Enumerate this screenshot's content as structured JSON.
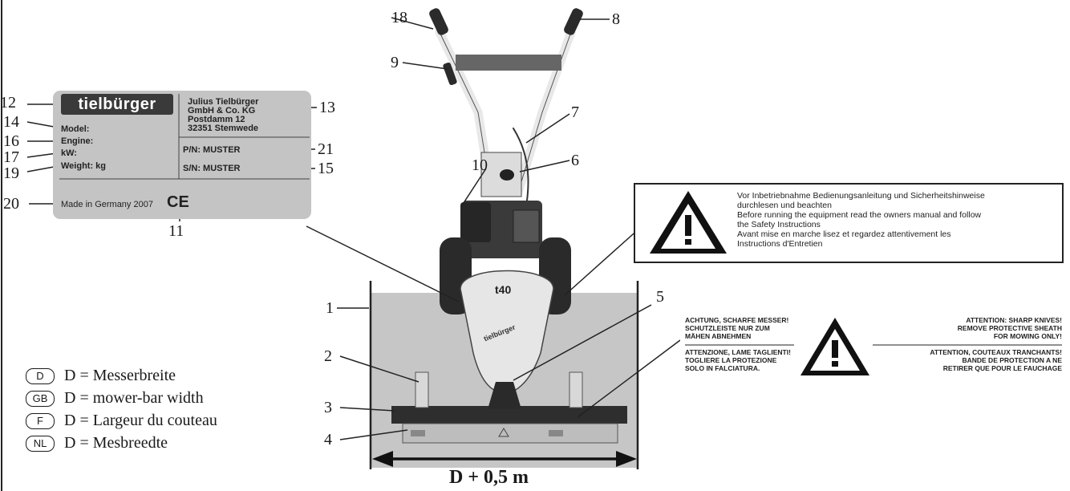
{
  "callouts": {
    "c1": "1",
    "c2": "2",
    "c3": "3",
    "c4": "4",
    "c5": "5",
    "c6": "6",
    "c7": "7",
    "c8": "8",
    "c9": "9",
    "c10": "10",
    "c11": "11",
    "c12": "12",
    "c13": "13",
    "c14": "14",
    "c15": "15",
    "c16": "16",
    "c17": "17",
    "c18": "18",
    "c19": "19",
    "c20": "20",
    "c21": "21"
  },
  "nameplate": {
    "logo": "tielbürger",
    "company": [
      "Julius Tielbürger",
      "GmbH & Co. KG",
      "Postdamm 12",
      "32351 Stemwede"
    ],
    "model": "Model:",
    "engine": "Engine:",
    "kw": "kW:",
    "weight": "Weight:  kg",
    "pn": "P/N:  MUSTER",
    "sn": "S/N:  MUSTER",
    "made_in": "Made in Germany 2007",
    "ce": "CE"
  },
  "machine": {
    "model_mark": "t40",
    "housing_brand": "tielbürger"
  },
  "warning_label_1": {
    "lines": [
      "Vor Inbetriebnahme Bedienungsanleitung und Sicherheitshinweise",
      "durchlesen und beachten",
      "Before running the equipment read the owners manual and follow",
      "the Safety Instructions",
      "Avant mise en marche lisez et regardez attentivement les",
      "Instructions d'Entretien"
    ]
  },
  "warning_label_2": {
    "left_top": [
      "ACHTUNG, SCHARFE MESSER!",
      "SCHUTZLEISTE NUR ZUM",
      "MÄHEN ABNEHMEN"
    ],
    "left_bottom": [
      "ATTENZIONE, LAME TAGLIENTI!",
      "TOGLIERE LA PROTEZIONE",
      "SOLO IN FALCIATURA."
    ],
    "right_top": [
      "ATTENTION: SHARP  KNIVES!",
      "REMOVE PROTECTIVE SHEATH",
      "FOR MOWING ONLY!"
    ],
    "right_bottom": [
      "ATTENTION, COUTEAUX TRANCHANTS!",
      "BANDE DE PROTECTION A NE",
      "RETIRER QUE POUR LE FAUCHAGE"
    ]
  },
  "legend": [
    {
      "badge": "D",
      "text": "D = Messerbreite"
    },
    {
      "badge": "GB",
      "text": "D = mower-bar width"
    },
    {
      "badge": "F",
      "text": "D = Largeur du couteau"
    },
    {
      "badge": "NL",
      "text": "D = Mesbreedte"
    }
  ],
  "dimension": "D + 0,5 m",
  "colors": {
    "plate_grey": "#c4c4c4",
    "work_area_grey": "#c6c6c6",
    "machine_dark": "#2e2e2e",
    "machine_light": "#e6e6e6"
  }
}
